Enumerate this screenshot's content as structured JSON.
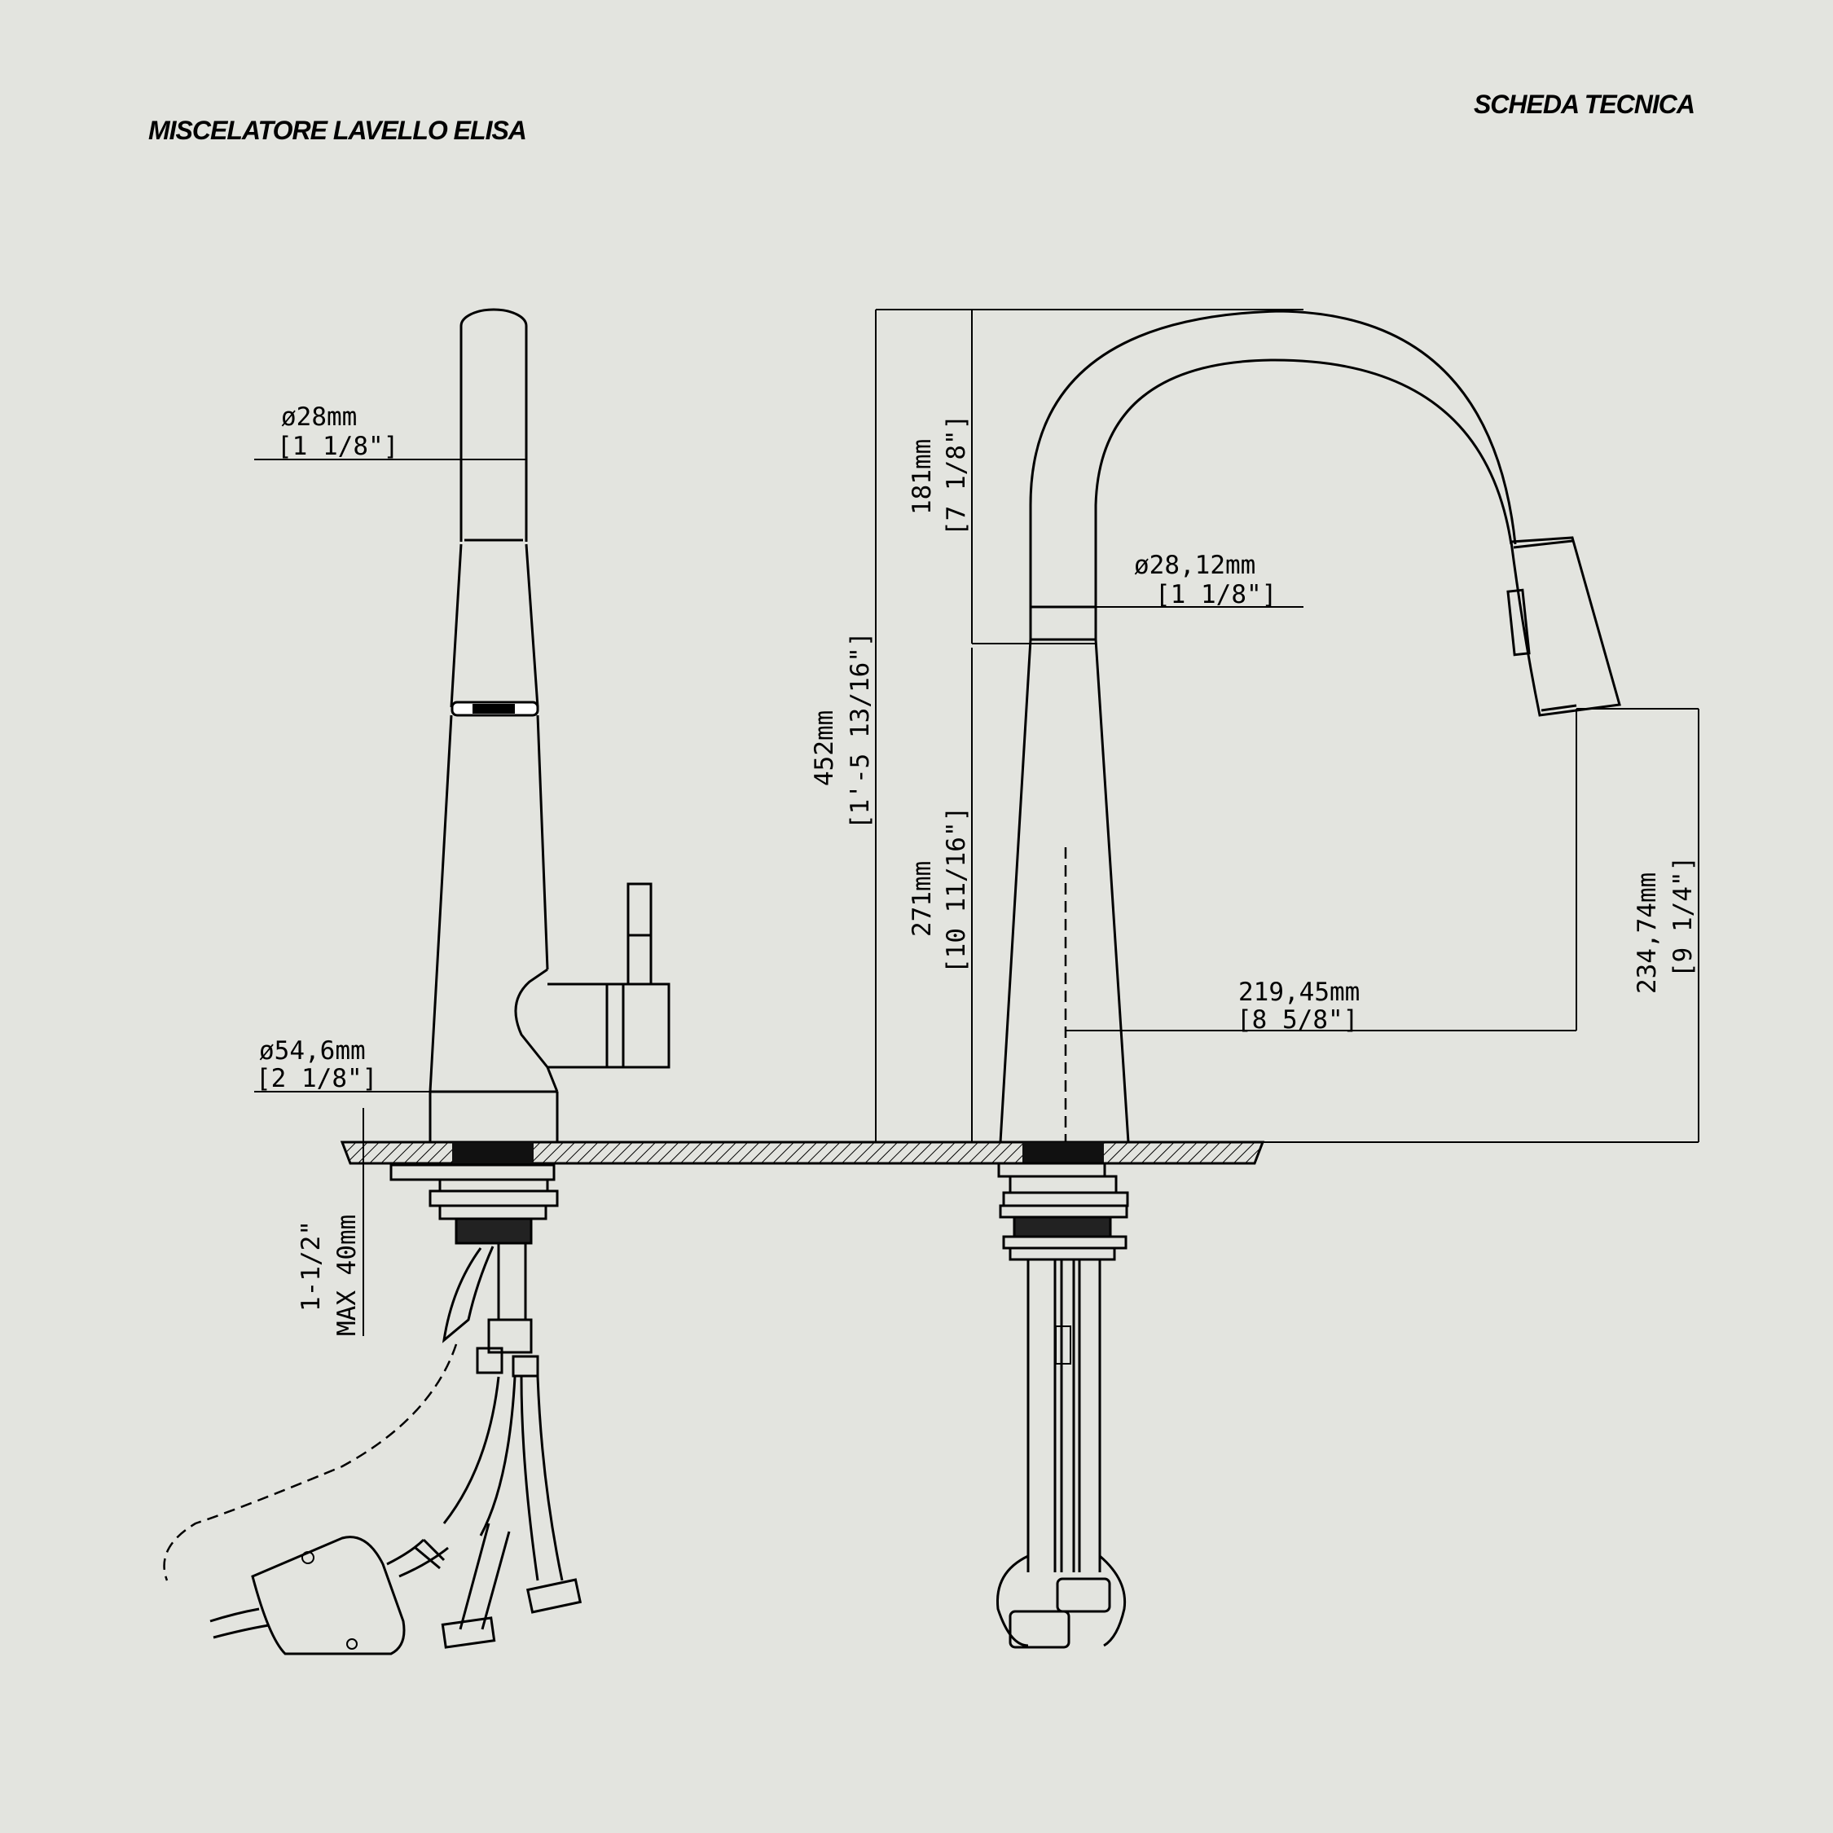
{
  "header": {
    "product": "MISCELATORE LAVELLO ELISA",
    "sheet": "SCHEDA TECNICA"
  },
  "dimensions": {
    "spout_tip_diameter": "ø28mm",
    "spout_tip_diameter_in": "[1 1/8\"]",
    "base_diameter": "ø54,6mm",
    "base_diameter_in": "[2 1/8\"]",
    "deck_thickness": "1-1/2\"",
    "deck_thickness_max": "MAX 40mm",
    "total_height": "452mm",
    "total_height_in": "[1'-5 13/16\"]",
    "arc_height": "181mm",
    "arc_height_in": "[7 1/8\"]",
    "body_height": "271mm",
    "body_height_in": "[10 11/16\"]",
    "spout_diameter": "ø28,12mm",
    "spout_diameter_in": "[1 1/8\"]",
    "reach": "219,45mm",
    "reach_in": "[8 5/8\"]",
    "outlet_height": "234,74mm",
    "outlet_height_in": "[9 1/4\"]"
  }
}
